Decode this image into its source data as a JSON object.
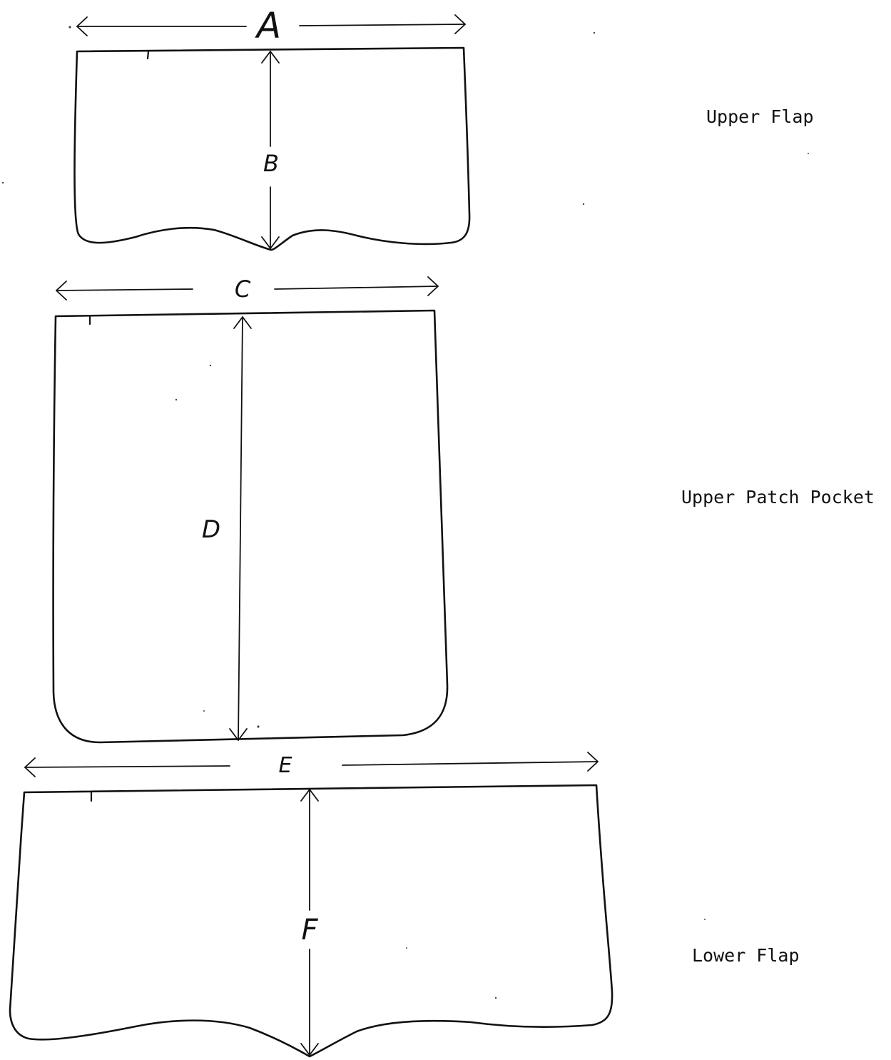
{
  "pieces": [
    {
      "id": "upper-flap",
      "label": "Upper Flap",
      "width_letter": "A",
      "height_letter": "B"
    },
    {
      "id": "upper-patch-pocket",
      "label": "Upper Patch Pocket",
      "width_letter": "C",
      "height_letter": "D"
    },
    {
      "id": "lower-flap",
      "label": "Lower Flap",
      "width_letter": "E",
      "height_letter": "F"
    }
  ]
}
